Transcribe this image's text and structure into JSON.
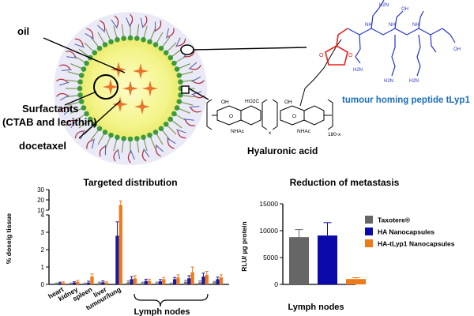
{
  "diagram": {
    "labels": {
      "oil": "oil",
      "surfactants_line1": "Surfactants",
      "surfactants_line2": "(CTAB and lecithin)",
      "docetaxel": "docetaxel",
      "hyaluronic_acid": "Hyaluronic acid",
      "peptide": "tumour homing peptide tLyp1"
    },
    "chem": {
      "nhac": "NHAc",
      "oh": "OH",
      "ho2c": "HO2C",
      "o": "O",
      "h2n": "H2N",
      "nh": "NH",
      "x": "x",
      "n_repeat": "180-x"
    },
    "colors": {
      "peptide_text": "#1b6fb8",
      "peptide_structure": "#2233cc",
      "linker": "#e8201a",
      "oil_core": "#f4f48a",
      "drug_star": "#e8742a",
      "surfactant_head": "#3d9a3a"
    }
  },
  "chart_data": [
    {
      "type": "bar",
      "title": "Targeted distribution",
      "ylabel": "% dose/g tissue",
      "xlabel": "",
      "categories": [
        "heart",
        "kidney",
        "spleen",
        "liver",
        "tumour/lung",
        "",
        "",
        "",
        "",
        "",
        "",
        ""
      ],
      "group_label": "Lymph nodes",
      "y_lower_range": [
        0,
        4
      ],
      "y_upper_range": [
        10,
        30
      ],
      "y_ticks_lower": [
        "0",
        "1",
        "2",
        "3",
        "4"
      ],
      "y_ticks_upper": [
        "10",
        "20",
        "30"
      ],
      "series": [
        {
          "color": "#777777",
          "values": [
            0.05,
            0.05,
            0.05,
            0.08,
            0.0,
            0.12,
            0.08,
            0.08,
            0.05,
            0.15,
            0.12,
            0.12
          ],
          "errors": [
            0.03,
            0.03,
            0.03,
            0.05,
            0.0,
            0.08,
            0.05,
            0.05,
            0.03,
            0.08,
            0.08,
            0.05
          ]
        },
        {
          "color": "#1a1aa0",
          "values": [
            0.08,
            0.1,
            0.1,
            0.12,
            2.8,
            0.3,
            0.2,
            0.18,
            0.3,
            0.35,
            0.45,
            0.3
          ],
          "errors": [
            0.05,
            0.05,
            0.08,
            0.08,
            0.8,
            0.15,
            0.1,
            0.1,
            0.1,
            0.15,
            0.2,
            0.12
          ]
        },
        {
          "color": "#ef7a1a",
          "values": [
            0.1,
            0.15,
            0.45,
            0.1,
            15,
            0.35,
            0.2,
            0.3,
            0.4,
            0.7,
            0.55,
            0.4
          ],
          "errors": [
            0.05,
            0.08,
            0.15,
            0.05,
            4,
            0.15,
            0.1,
            0.1,
            0.15,
            0.3,
            0.2,
            0.15
          ]
        }
      ]
    },
    {
      "type": "bar",
      "title": "Reduction of metastasis",
      "ylabel": "RLU/ µg protein",
      "xlabel": "Lymph nodes",
      "ylim": [
        0,
        15000
      ],
      "y_ticks": [
        "0",
        "5000",
        "10000",
        "15000"
      ],
      "categories": [
        "Taxotere®",
        "HA Nanocapsules",
        "HA-tLyp1 Nanocapsules"
      ],
      "values": [
        8800,
        9100,
        1000
      ],
      "errors": [
        1400,
        2400,
        250
      ],
      "colors": [
        "#666666",
        "#0a0aaa",
        "#ef7a1a"
      ],
      "legend_position": "right",
      "legend": [
        "Taxotere®",
        "HA Nanocapsules",
        "HA-tLyp1 Nanocapsules"
      ]
    }
  ]
}
